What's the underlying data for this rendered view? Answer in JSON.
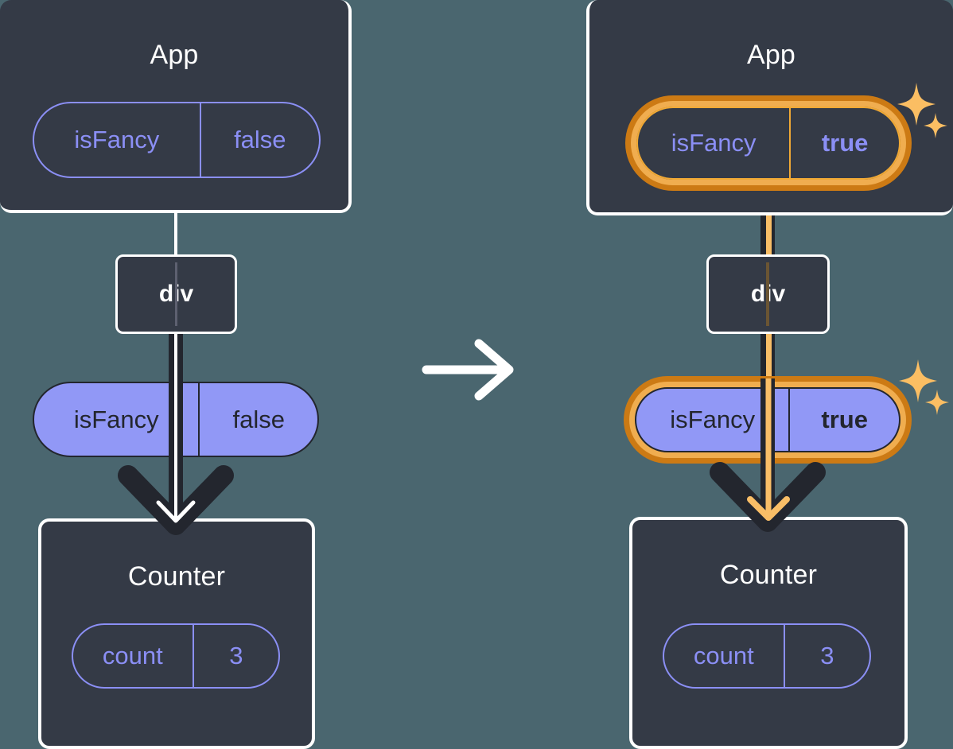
{
  "diagram": {
    "title": "React state propagation before and after isFancy toggle",
    "transition_icon": "right-arrow-icon",
    "colors": {
      "background": "#4a666f",
      "node_fill": "#343a46",
      "node_border": "#ffffff",
      "purple": "#9198f6",
      "purple_outline": "#8b8ff5",
      "dark_wire": "#23262e",
      "highlight_outer": "#cc7a14",
      "highlight_inner": "#f0ad4f",
      "orange_wire": "#f9be67",
      "sparkle": "#fbbe63"
    }
  },
  "panels": [
    {
      "id": "before",
      "app": {
        "title": "App",
        "pill": {
          "key": "isFancy",
          "value": "false",
          "style": "outline",
          "highlighted": false,
          "value_bold": false
        }
      },
      "div": {
        "label": "div"
      },
      "prop_pill": {
        "key": "isFancy",
        "value": "false",
        "style": "solid",
        "highlighted": false,
        "value_bold": false
      },
      "counter": {
        "title": "Counter",
        "pill": {
          "key": "count",
          "value": "3",
          "style": "outline",
          "highlighted": false,
          "value_bold": false
        }
      },
      "sparkles": false
    },
    {
      "id": "after",
      "app": {
        "title": "App",
        "pill": {
          "key": "isFancy",
          "value": "true",
          "style": "outline",
          "highlighted": true,
          "value_bold": true
        }
      },
      "div": {
        "label": "div"
      },
      "prop_pill": {
        "key": "isFancy",
        "value": "true",
        "style": "solid",
        "highlighted": true,
        "value_bold": true
      },
      "counter": {
        "title": "Counter",
        "pill": {
          "key": "count",
          "value": "3",
          "style": "outline",
          "highlighted": false,
          "value_bold": false
        }
      },
      "sparkles": true
    }
  ]
}
